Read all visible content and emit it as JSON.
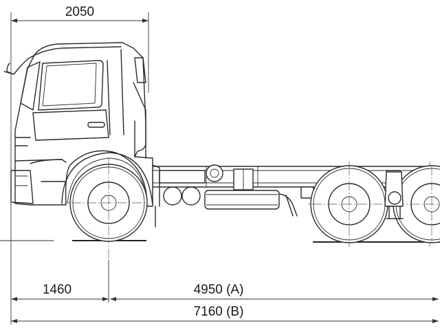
{
  "dimensions": {
    "cab_length": "2050",
    "front_overhang": "1460",
    "wheelbase": "4950 (A)",
    "overall_length": "7160 (B)"
  }
}
